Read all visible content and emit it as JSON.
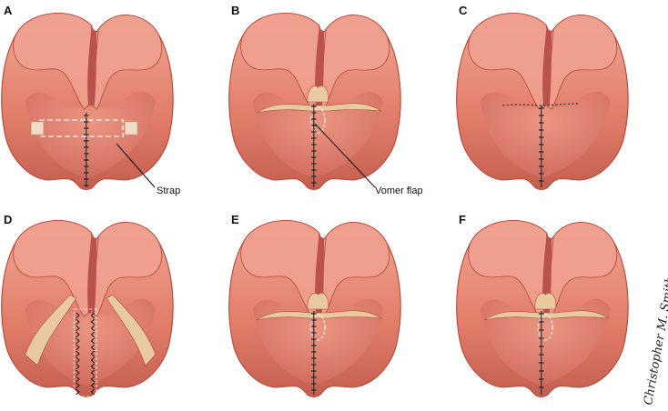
{
  "colors": {
    "lip_light": "#f0a08e",
    "lip_mid": "#e27a66",
    "lip_dark": "#b8483a",
    "mucosa": "#d9726a",
    "mucosa_deep": "#b9524c",
    "flap_tan": "#e8c9a0",
    "suture": "#1e1e1e",
    "strap_fill": "#f1dcc6",
    "label": "#111111"
  },
  "panels": [
    {
      "letter": "A",
      "variant": "strap"
    },
    {
      "letter": "B",
      "variant": "vomer"
    },
    {
      "letter": "C",
      "variant": "closed"
    },
    {
      "letter": "D",
      "variant": "open"
    },
    {
      "letter": "E",
      "variant": "vomer-small"
    },
    {
      "letter": "F",
      "variant": "final"
    }
  ],
  "callouts": {
    "strap": "Strap",
    "vomer_flap": "Vomer flap"
  },
  "signature": "Christopher M. Smith"
}
